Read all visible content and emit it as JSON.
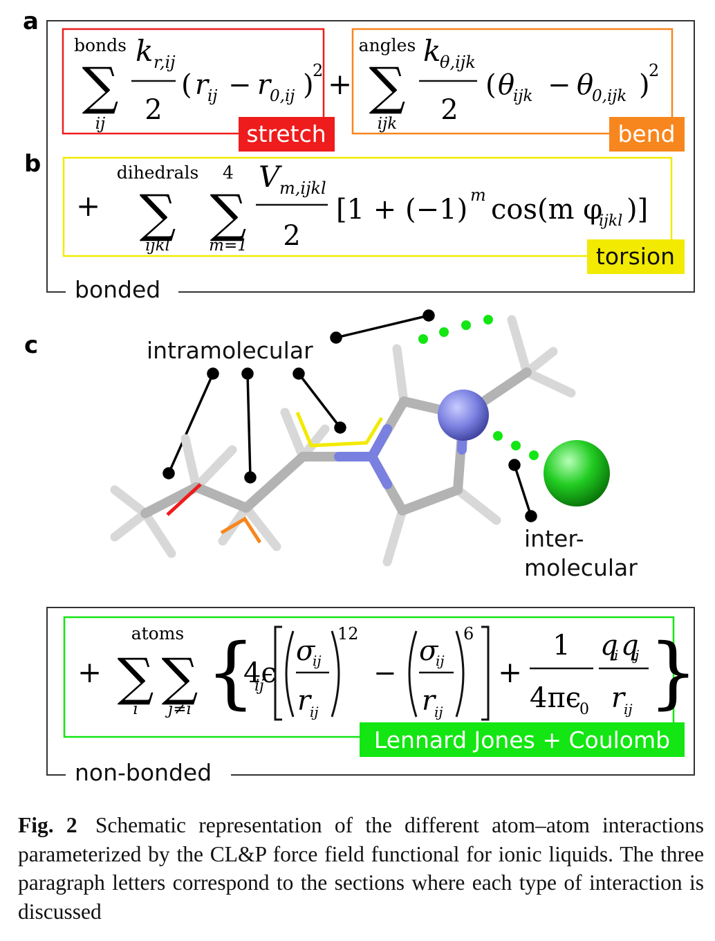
{
  "panels": {
    "a": "a",
    "b": "b",
    "c": "c"
  },
  "bonded": {
    "group_label": "bonded",
    "stretch": {
      "tag": "stretch",
      "sum_top": "bonds",
      "sum_bottom": "ij",
      "k": "k",
      "k_sub": "r,ij",
      "den": "2",
      "r1": "r",
      "r1_sub": "ij",
      "r2": "r",
      "r2_sub": "0,ij",
      "pow": "2"
    },
    "plus": "+",
    "bend": {
      "tag": "bend",
      "sum_top": "angles",
      "sum_bottom": "ijk",
      "k": "k",
      "k_sub": "θ,ijk",
      "den": "2",
      "t1": "θ",
      "t1_sub": "ijk",
      "t2": "θ",
      "t2_sub": "0,ijk",
      "pow": "2"
    },
    "torsion": {
      "tag": "torsion",
      "lead_plus": "+",
      "sum1_top": "dihedrals",
      "sum1_bottom": "ijkl",
      "sum2_top": "4",
      "sum2_bottom": "m=1",
      "V": "V",
      "V_sub": "m,ijkl",
      "den": "2",
      "bracket_text": "[1 + (−1)",
      "m_pow": "m",
      "cos_text": "cos(m φ",
      "phi_sub": "ijkl",
      "close": ")]"
    }
  },
  "molecule": {
    "intramolecular_label": "intramolecular",
    "intermolecular_line1": "inter-",
    "intermolecular_line2": "molecular",
    "colors": {
      "carbon": "#b8b8b8",
      "hydrogen": "#e4e4e4",
      "nitrogen": "#7a80e0",
      "chloride": "#22cc22",
      "stretch": "#ee1c1c",
      "bend": "#f7861e",
      "torsion": "#f2ea00"
    }
  },
  "nonbonded": {
    "group_label": "non-bonded",
    "tag": "Lennard Jones + Coulomb",
    "lead_plus": "+",
    "sum_top": "atoms",
    "sum1_bottom": "i",
    "sum2_bottom": "j≠i",
    "four_eps": "4ϵ",
    "eps_sub": "ij",
    "sigma": "σ",
    "sigma_sub": "ij",
    "r": "r",
    "r_sub": "ij",
    "pow12": "12",
    "minus": "−",
    "pow6": "6",
    "plus": "+",
    "one": "1",
    "four_pi_eps": "4πϵ",
    "eps0_sub": "0",
    "qq": "q",
    "qi_sub": "i",
    "qj_sub": "j",
    "r2": "r",
    "r2_sub": "ij"
  },
  "colors": {
    "stretch": "#ee1c1c",
    "bend": "#f7861e",
    "torsion": "#f2ea00",
    "lj_coulomb": "#13e613"
  },
  "caption": {
    "fig_label": "Fig. 2",
    "text": "Schematic representation of the different atom–atom interactions parameterized by the CL&P force field functional for ionic liquids. The three paragraph letters correspond to the sections where each type of interaction is discussed"
  }
}
